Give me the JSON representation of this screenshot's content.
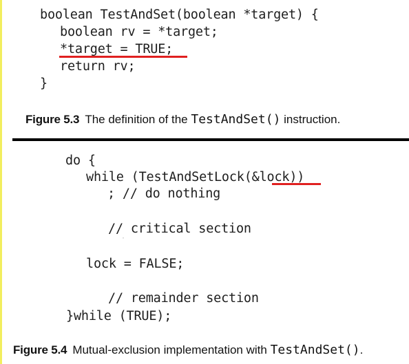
{
  "figure_5_3": {
    "code": {
      "line1": "boolean TestAndSet(boolean *target) {",
      "line2": "boolean rv = *target;",
      "line3": "*target = TRUE;",
      "line4": "return rv;",
      "line5": "}"
    },
    "caption": {
      "number": "Figure 5.3",
      "before": "The definition of the ",
      "code": "TestAndSet()",
      "after": " instruction."
    }
  },
  "figure_5_4": {
    "code": {
      "line1": "do {",
      "line2_pre": "while (TestAndSetLock(",
      "line2_highlight": "&lock",
      "line2_post": "))",
      "line3": "; // do nothing",
      "line4": "// critical section",
      "line5": "lock = FALSE;",
      "line6": "// remainder section",
      "line7": "}while (TRUE);"
    },
    "caption": {
      "number": "Figure 5.4",
      "before": "Mutual-exclusion implementation with ",
      "code": "TestAndSet()",
      "after": "."
    }
  },
  "colors": {
    "underline": "#e02020",
    "margin_bar": "#f2ee5e",
    "rule": "#000000"
  }
}
